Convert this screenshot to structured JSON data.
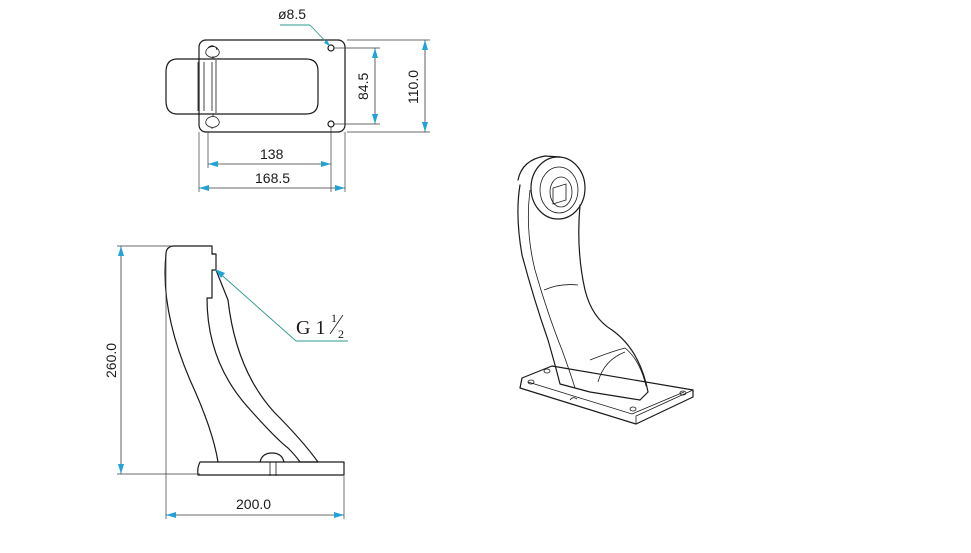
{
  "dimensions": {
    "hole_diameter": "ø8.5",
    "inner_height": "84.5",
    "plate_height": "110.0",
    "hole_spacing": "138",
    "plate_width": "168.5",
    "arm_height": "260.0",
    "arm_depth": "200.0"
  },
  "thread": {
    "prefix": "G 1",
    "numerator": "1",
    "denominator": "2"
  },
  "colors": {
    "line": "#1a1a1a",
    "arrow": "#22a3d6",
    "leader": "#2e9a8e"
  }
}
